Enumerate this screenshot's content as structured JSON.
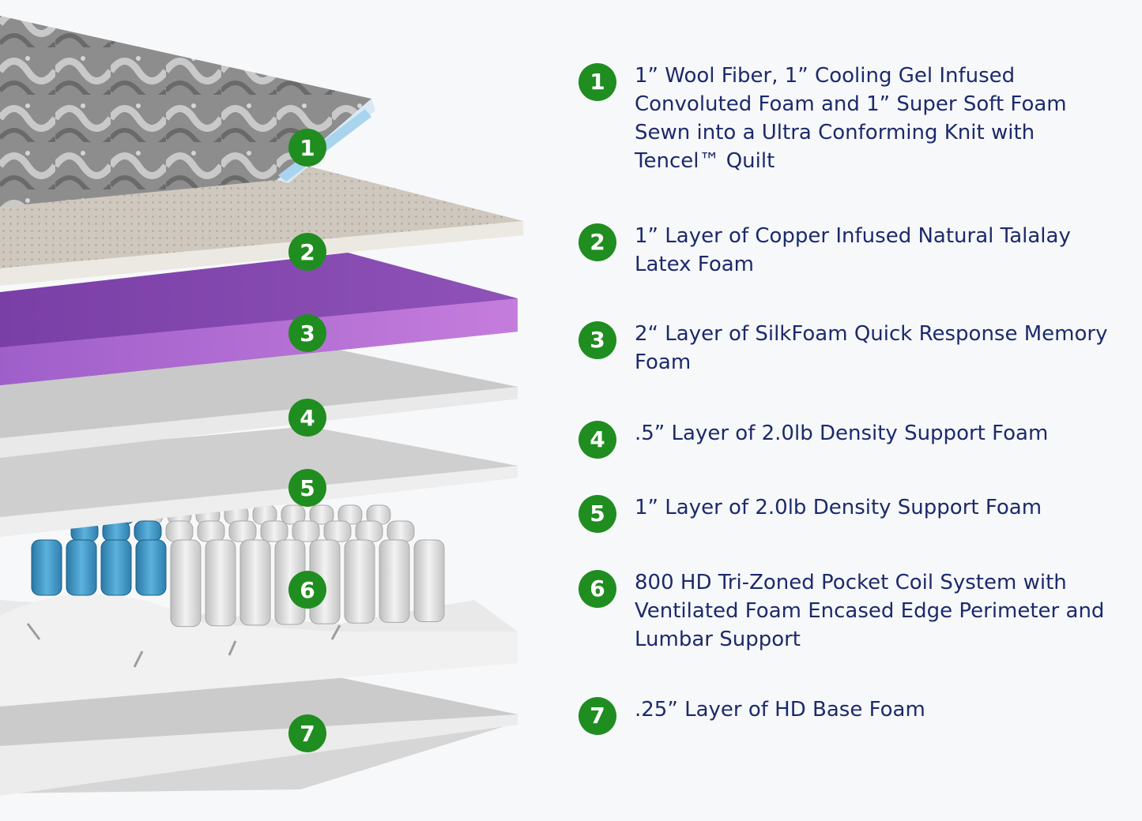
{
  "colors": {
    "background": "#f7f8fa",
    "marker_green": "#1f8d1f",
    "text_navy": "#1c2a6b",
    "latex": "#e4ded6",
    "memory_foam_purple": "#9b5bc4",
    "support_foam": "#dcdcdc",
    "coil_blue": "#3d93c2",
    "coil_white": "#e8e8e8"
  },
  "layers": [
    {
      "number": "1",
      "description": "1” Wool Fiber, 1” Cooling Gel Infused Convoluted Foam and 1” Super Soft Foam Sewn into a Ultra Conforming Knit with Tencel™ Quilt"
    },
    {
      "number": "2",
      "description": "1” Layer of Copper Infused Natural Talalay Latex Foam"
    },
    {
      "number": "3",
      "description": "2“ Layer of SilkFoam Quick Response Memory Foam"
    },
    {
      "number": "4",
      "description": ".5” Layer of 2.0lb Density Support Foam"
    },
    {
      "number": "5",
      "description": "1” Layer of 2.0lb Density Support Foam"
    },
    {
      "number": "6",
      "description": "800 HD Tri-Zoned Pocket Coil System with Ventilated Foam Encased Edge Perimeter and Lumbar Support"
    },
    {
      "number": "7",
      "description": ".25” Layer of HD Base Foam"
    }
  ]
}
